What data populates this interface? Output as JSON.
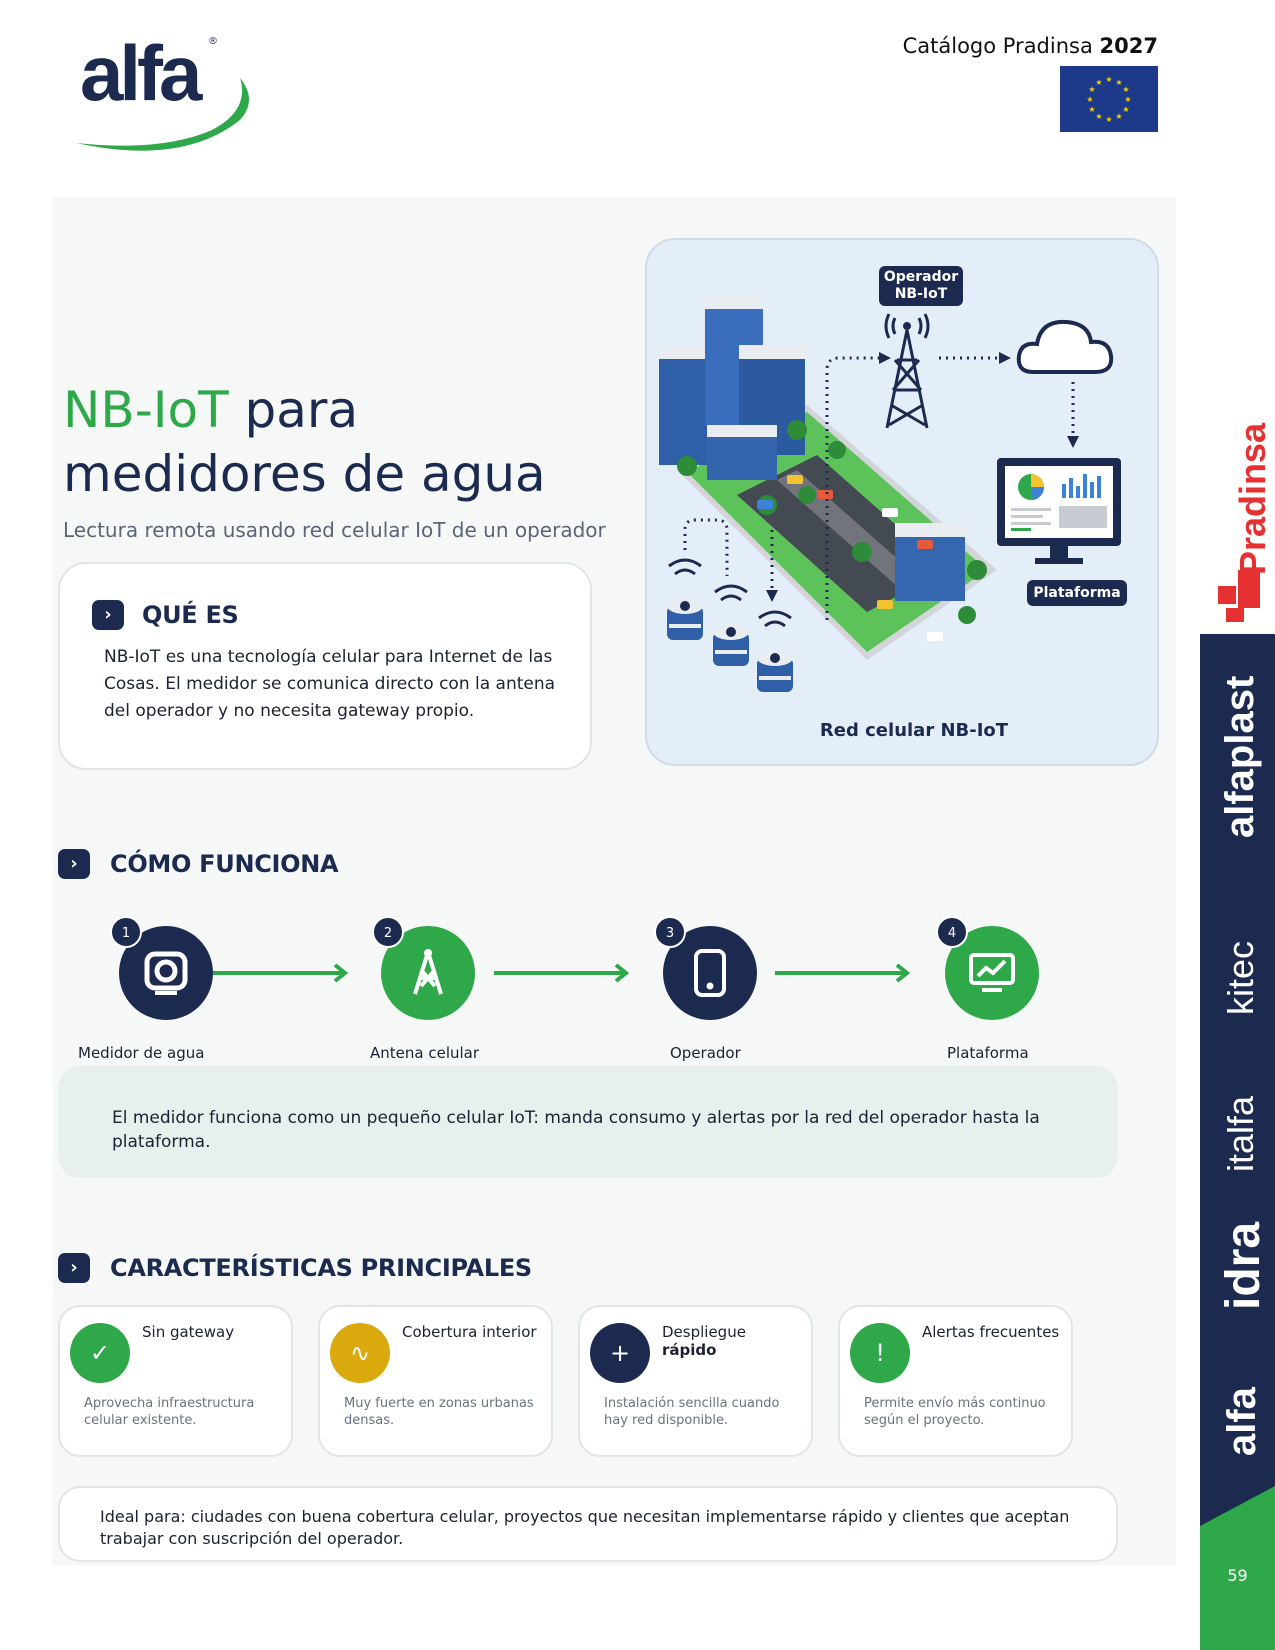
{
  "header": {
    "logo": "alfa",
    "catalog_label": "Catálogo Pradinsa",
    "catalog_year": "2027"
  },
  "hero": {
    "title_green": "NB-IoT",
    "title_rest_1": " para",
    "title_line_2": "medidores de agua",
    "subtitle": "Lectura remota usando red celular IoT de un operador"
  },
  "what_is": {
    "heading": "QUÉ ES",
    "body": "NB-IoT es una tecnología celular para Internet de las Cosas. El medidor se comunica directo con la antena del operador y no necesita gateway propio."
  },
  "illustration": {
    "operator_tag_1": "Operador",
    "operator_tag_2": "NB-IoT",
    "platform_tag": "Plataforma",
    "caption": "Red celular NB-IoT"
  },
  "how_it_works": {
    "heading": "CÓMO FUNCIONA",
    "steps": [
      {
        "num": "1",
        "label": "Medidor de agua",
        "icon": "water-meter-icon"
      },
      {
        "num": "2",
        "label": "Antena celular",
        "icon": "antenna-icon"
      },
      {
        "num": "3",
        "label": "Operador",
        "icon": "phone-icon"
      },
      {
        "num": "4",
        "label": "Plataforma",
        "icon": "monitor-chart-icon"
      }
    ],
    "note": "El medidor funciona como un pequeño celular IoT: manda consumo y alertas por la red del operador hasta la plataforma."
  },
  "features": {
    "heading": "CARACTERÍSTICAS PRINCIPALES",
    "items": [
      {
        "title": "Sin gateway",
        "title_bold": "",
        "desc": "Aprovecha infraestructura celular existente.",
        "icon": "check-icon",
        "glyph": "✓",
        "color": "#2fa84a"
      },
      {
        "title": "Cobertura interior",
        "title_bold": "",
        "desc": "Muy fuerte en zonas urbanas densas.",
        "icon": "wave-icon",
        "glyph": "∿",
        "color": "#d9a90e"
      },
      {
        "title": "Despliegue",
        "title_bold": "rápido",
        "desc": "Instalación sencilla cuando hay red disponible.",
        "icon": "plus-icon",
        "glyph": "+",
        "color": "#1d2a4f"
      },
      {
        "title": "Alertas frecuentes",
        "title_bold": "",
        "desc": "Permite envío más continuo según el proyecto.",
        "icon": "alert-icon",
        "glyph": "!",
        "color": "#2fa84a"
      }
    ]
  },
  "ideal": "Ideal para: ciudades con buena cobertura celular, proyectos que necesitan implementarse rápido y clientes que aceptan trabajar con suscripción del operador.",
  "sidebar": {
    "brand_top": "Pradinsa",
    "brands": [
      "alfaplast",
      "kitec",
      "italfa",
      "idra",
      "alfa"
    ],
    "page_number": "59"
  },
  "colors": {
    "navy": "#1d2a4f",
    "green": "#2fa84a",
    "red": "#e53131",
    "yellow": "#d9a90e"
  }
}
